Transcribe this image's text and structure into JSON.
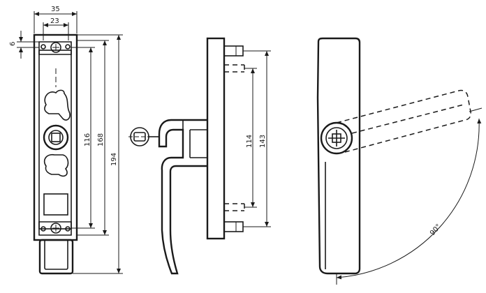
{
  "dimensions": {
    "width_outer": "35",
    "width_inner": "23",
    "offset": "6",
    "height_116": "116",
    "height_168": "168",
    "height_194": "194",
    "height_114": "114",
    "height_143": "143",
    "angle": "90°"
  },
  "colors": {
    "line": "#1a1a1a",
    "background": "#ffffff"
  }
}
